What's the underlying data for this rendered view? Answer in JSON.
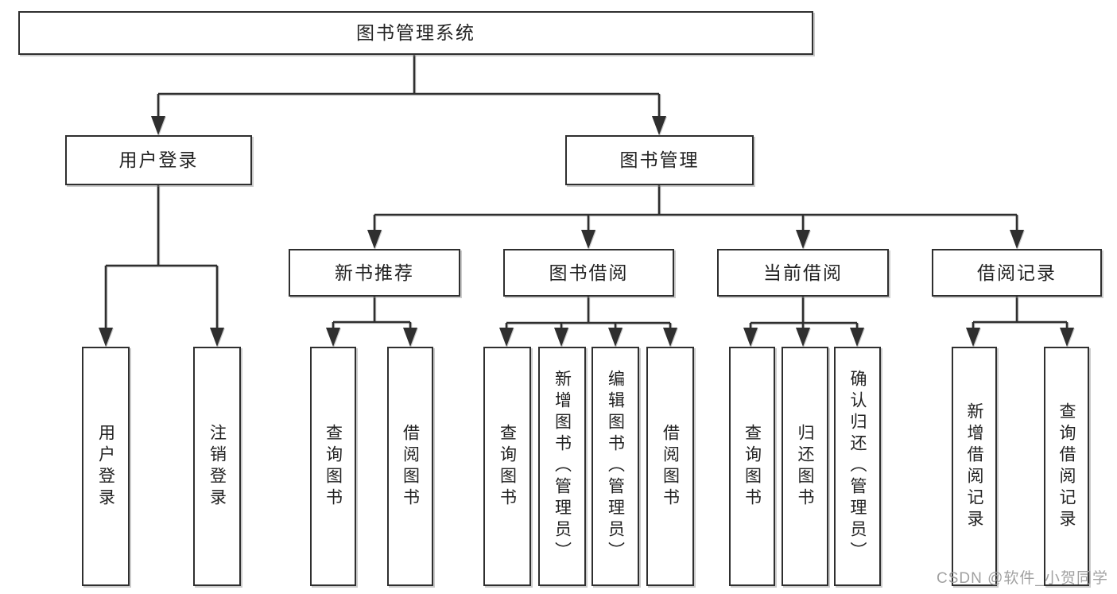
{
  "colors": {
    "line": "#2f2f2f",
    "text": "#222222",
    "background": "#ffffff",
    "watermark": "#9c9c9c"
  },
  "nodes": {
    "root": {
      "label": "图书管理系统"
    },
    "user_login": {
      "label": "用户登录"
    },
    "book_mgmt": {
      "label": "图书管理"
    },
    "new_book_rec": {
      "label": "新书推荐"
    },
    "book_borrowing": {
      "label": "图书借阅"
    },
    "current_borrowing": {
      "label": "当前借阅"
    },
    "borrowing_records": {
      "label": "借阅记录"
    },
    "leaf_user_login": {
      "label": "用户登录"
    },
    "leaf_logout": {
      "label": "注销登录"
    },
    "leaf_query_books_rec": {
      "label": "查询图书"
    },
    "leaf_borrow_books_rec": {
      "label": "借阅图书"
    },
    "leaf_query_books_bb": {
      "label": "查询图书"
    },
    "leaf_add_book_admin": {
      "label": "新增图书（管理员）"
    },
    "leaf_edit_book_admin": {
      "label": "编辑图书（管理员）"
    },
    "leaf_borrow_books_bb": {
      "label": "借阅图书"
    },
    "leaf_query_books_cb": {
      "label": "查询图书"
    },
    "leaf_return_books": {
      "label": "归还图书"
    },
    "leaf_confirm_return_admin": {
      "label": "确认归还（管理员）"
    },
    "leaf_add_borrow_record": {
      "label": "新增借阅记录"
    },
    "leaf_query_borrow_record": {
      "label": "查询借阅记录"
    }
  },
  "hierarchy": {
    "图书管理系统": {
      "用户登录": [
        "用户登录",
        "注销登录"
      ],
      "图书管理": {
        "新书推荐": [
          "查询图书",
          "借阅图书"
        ],
        "图书借阅": [
          "查询图书",
          "新增图书（管理员）",
          "编辑图书（管理员）",
          "借阅图书"
        ],
        "当前借阅": [
          "查询图书",
          "归还图书",
          "确认归还（管理员）"
        ],
        "借阅记录": [
          "新增借阅记录",
          "查询借阅记录"
        ]
      }
    }
  },
  "watermark": {
    "text": "CSDN @软件_小贺同学"
  }
}
